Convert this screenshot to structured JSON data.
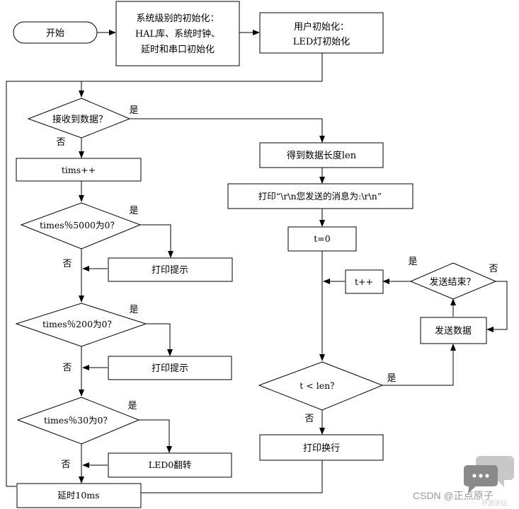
{
  "nodes": {
    "start": "开始",
    "sys_init_1": "系统级别的初始化：",
    "sys_init_2": "HAL库、系统时钟、",
    "sys_init_3": "延时和串口初始化",
    "user_init_1": "用户初始化：",
    "user_init_2": "LED灯初始化",
    "recv_check": "接收到数据？",
    "tims_inc": "tims++",
    "check_5000": "times％5000为0？",
    "print_tip_1": "打印提示",
    "check_200": "times％200为0？",
    "print_tip_2": "打印提示",
    "check_30": "times％30为0？",
    "led_toggle": "LED0翻转",
    "delay": "延时10ms",
    "get_len": "得到数据长度len",
    "print_msg": "打印“\\r\\n您发送的消息为:\\r\\n”",
    "t_zero": "t=0",
    "t_inc": "t++",
    "send_done": "发送结束？",
    "send_data": "发送数据",
    "t_lt_len": "t < len？",
    "print_newline": "打印换行"
  },
  "edge_labels": {
    "yes": "是",
    "no": "否"
  },
  "watermark": {
    "text": "CSDN @正点原子",
    "faint_text": "开源论坛"
  }
}
